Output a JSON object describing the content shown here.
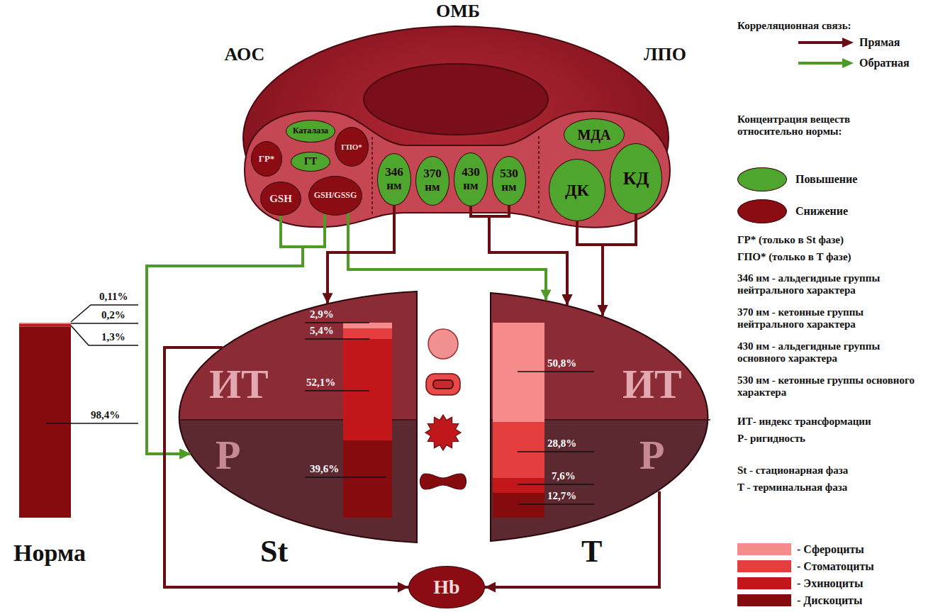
{
  "diagram": {
    "nodes": [
      {
        "text": [
          "ОМБ"
        ]
      },
      {
        "text": [
          "Каталаза"
        ],
        "in": 0
      },
      {
        "text": [
          "ГР*"
        ],
        "in": 0
      },
      {
        "text": [
          "ГТ"
        ],
        "in": 0
      },
      {
        "text": [
          "ГПО*"
        ],
        "in": 0
      },
      {
        "text": [
          "GSH"
        ],
        "in": 0
      },
      {
        "text": [
          "GSH/GSSG"
        ],
        "in": 0
      },
      {
        "text": [
          "346 нм"
        ],
        "in": 0
      },
      {
        "text": [
          "370 нм"
        ],
        "in": 0
      },
      {
        "text": [
          "430 нм"
        ],
        "in": 0
      },
      {
        "text": [
          "530 нм"
        ],
        "in": 0
      },
      {
        "text": [
          "МДА"
        ],
        "in": 0
      },
      {
        "text": [
          "ДК"
        ],
        "in": 0
      },
      {
        "text": [
          "КД"
        ],
        "in": 0
      },
      {
        "text": [
          "Норма"
        ]
      },
      {
        "text": [
          "St"
        ]
      },
      {
        "text": [
          "ИТ"
        ],
        "in": 15
      },
      {
        "text": [
          "Р"
        ],
        "in": 15
      },
      {
        "text": [
          "T"
        ]
      },
      {
        "text": [
          "ИТ"
        ],
        "in": 18
      },
      {
        "text": [
          "Р"
        ],
        "in": 18
      },
      {
        "text": [
          "Hb"
        ]
      }
    ],
    "edges": [
      {
        "from": 5,
        "to": 17,
        "arrow": "to"
      },
      {
        "from": 6,
        "to": 17,
        "arrow": "to"
      },
      {
        "from": 6,
        "to": 19,
        "arrow": "to"
      },
      {
        "from": 7,
        "to": 16,
        "arrow": "to"
      },
      {
        "from": 9,
        "to": 19,
        "arrow": "to"
      },
      {
        "from": 10,
        "to": 19,
        "arrow": "to"
      },
      {
        "from": 12,
        "to": 19,
        "arrow": "to"
      },
      {
        "from": 13,
        "to": 19,
        "arrow": "to"
      },
      {
        "from": 16,
        "to": 21,
        "arrow": "to"
      },
      {
        "from": 20,
        "to": 21,
        "arrow": "to"
      }
    ],
    "labels": [
      "АОС",
      "ЛПО",
      "0,11%",
      "0,2%",
      "1,3%",
      "98,4%",
      "2,9%",
      "5,4%",
      "52,1%",
      "39,6%",
      "50,8%",
      "28,8%",
      "7,6%",
      "12,7%",
      "Корреляционная связь:",
      "Концентрация веществ относительно нормы:",
      "ГР* (только в St фазе)",
      "ГПО* (только в T фазе)",
      "346 нм - альдегидные группы нейтрального характера",
      "370 нм - кетонные группы нейтрального характера",
      "430 нм - альдегидные группы основного характера",
      "530 нм - кетонные группы основного характера",
      "ИТ- индекс трансформации",
      "Р- ригидность",
      "St - стационарная фаза",
      "T - терминальная фаза"
    ],
    "legend": [
      {
        "text": "Прямая"
      },
      {
        "text": "Обратная"
      },
      {
        "text": "Повышение",
        "color": "#4ea62f"
      },
      {
        "text": "Снижение",
        "color": "#8b0c12"
      },
      {
        "text": "- Сфероциты",
        "color": "#f58b8b"
      },
      {
        "text": "- Стоматоциты",
        "color": "#e53e3e"
      },
      {
        "text": "- Эхиноциты",
        "color": "#c2161b"
      },
      {
        "text": "- Дискоциты",
        "color": "#860b0f"
      }
    ]
  }
}
